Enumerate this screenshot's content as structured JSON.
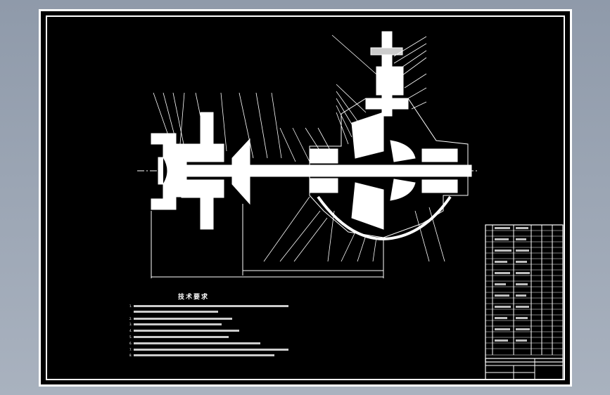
{
  "notes": {
    "title": "技术要求",
    "lines": [
      "1.",
      "2.",
      "3.",
      "4.",
      "5.",
      "6.",
      "7.",
      "8."
    ]
  }
}
